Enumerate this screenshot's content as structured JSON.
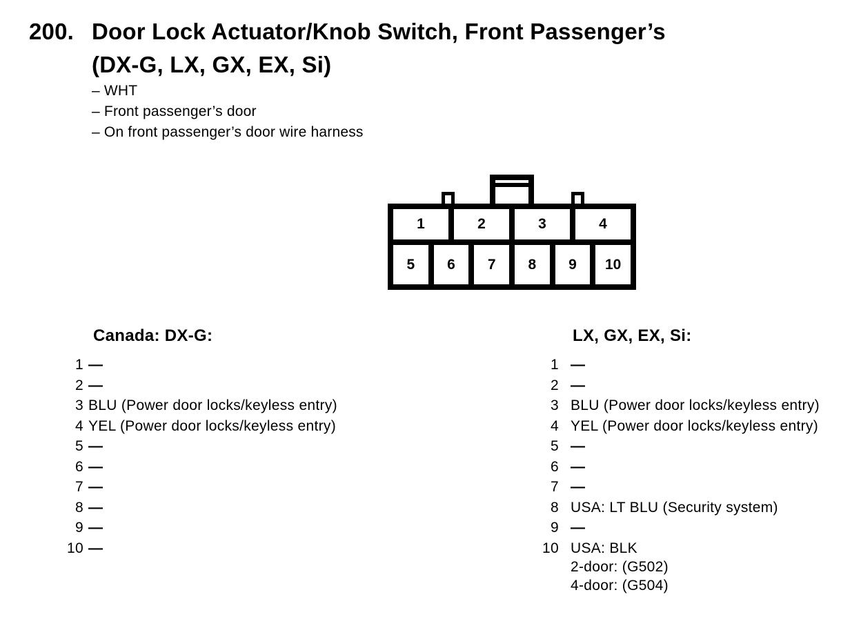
{
  "page": {
    "number": "200.",
    "title_line1": "Door Lock Actuator/Knob Switch, Front Passenger’s",
    "title_line2": "(DX-G, LX, GX, EX, Si)",
    "notes": [
      "– WHT",
      "– Front passenger’s door",
      "– On front passenger’s door wire harness"
    ]
  },
  "connector": {
    "top_pins": [
      "1",
      "2",
      "3",
      "4"
    ],
    "bottom_pins": [
      "5",
      "6",
      "7",
      "8",
      "9",
      "10"
    ]
  },
  "columns": [
    {
      "header": "Canada: DX-G:",
      "pins": [
        {
          "num": "1",
          "desc": "—"
        },
        {
          "num": "2",
          "desc": "—"
        },
        {
          "num": "3",
          "desc": "BLU (Power door locks/keyless entry)"
        },
        {
          "num": "4",
          "desc": "YEL (Power door locks/keyless entry)"
        },
        {
          "num": "5",
          "desc": "—"
        },
        {
          "num": "6",
          "desc": "—"
        },
        {
          "num": "7",
          "desc": "—"
        },
        {
          "num": "8",
          "desc": "—"
        },
        {
          "num": "9",
          "desc": "—"
        },
        {
          "num": "10",
          "desc": "—"
        }
      ]
    },
    {
      "header": "LX, GX, EX, Si:",
      "pins": [
        {
          "num": "1",
          "desc": "—"
        },
        {
          "num": "2",
          "desc": "—"
        },
        {
          "num": "3",
          "desc": "BLU (Power door locks/keyless entry)"
        },
        {
          "num": "4",
          "desc": "YEL (Power door locks/keyless entry)"
        },
        {
          "num": "5",
          "desc": "—"
        },
        {
          "num": "6",
          "desc": "—"
        },
        {
          "num": "7",
          "desc": "—"
        },
        {
          "num": "8",
          "desc": "USA: LT BLU (Security system)"
        },
        {
          "num": "9",
          "desc": "—"
        },
        {
          "num": "10",
          "desc": "USA: BLK\n2-door: (G502)\n4-door: (G504)"
        }
      ]
    }
  ],
  "colors": {
    "ink": "#000000",
    "paper": "#ffffff"
  }
}
